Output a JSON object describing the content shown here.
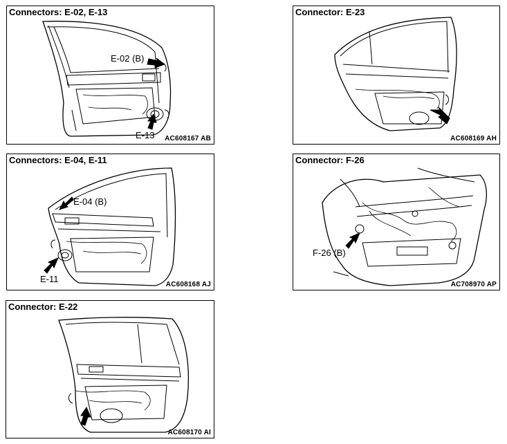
{
  "panels": [
    {
      "title": "Connectors: E-02, E-13",
      "code": "AC608167 AB",
      "callouts": [
        "E-02 (B)",
        "E-13"
      ]
    },
    {
      "title": "Connector: E-23",
      "code": "AC608169 AH",
      "callouts": []
    },
    {
      "title": "Connectors: E-04, E-11",
      "code": "AC608168 AJ",
      "callouts": [
        "E-04 (B)",
        "E-11"
      ]
    },
    {
      "title": "Connector: F-26",
      "code": "AC708970 AP",
      "callouts": [
        "F-26 (B)"
      ]
    },
    {
      "title": "Connector: E-22",
      "code": "AC608170 AI",
      "callouts": []
    }
  ]
}
